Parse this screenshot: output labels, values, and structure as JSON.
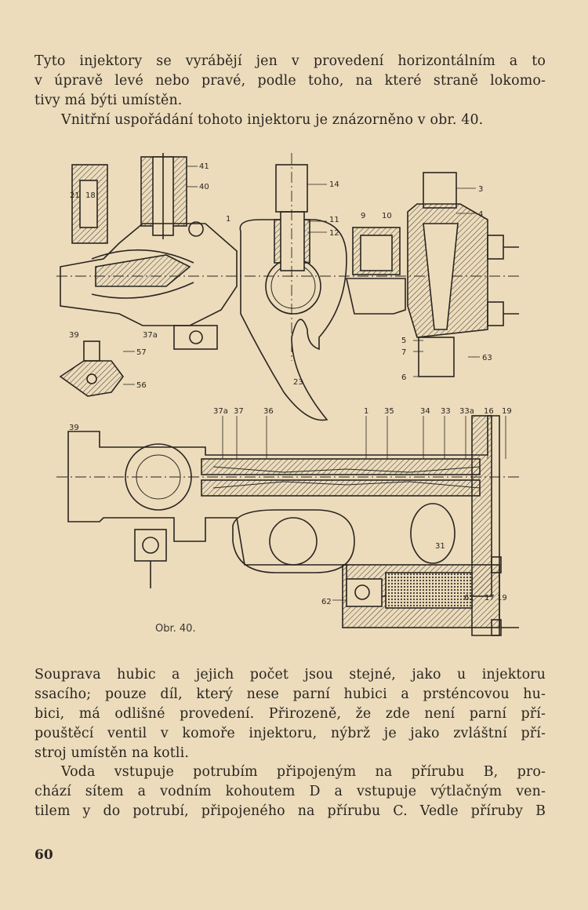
{
  "paragraph_1": {
    "line_1": "Tyto injektory se vyrábějí jen v provedení horizontálním a to",
    "line_2": "v úpravě levé nebo pravé, podle toho, na které straně lokomo-",
    "line_3": "tivy má býti umístěn."
  },
  "paragraph_2": {
    "line_1": "Vnitřní uspořádání tohoto injektoru je znázorněno v obr. 40."
  },
  "figure": {
    "caption": "Obr. 40.",
    "labels": {
      "l41": "41",
      "l40": "40",
      "l21": "21",
      "l18": "18",
      "l1a": "1",
      "l14": "14",
      "l11": "11",
      "l12": "12",
      "l9": "9",
      "l10": "10",
      "l3": "3",
      "l4": "4",
      "l39a": "39",
      "l37a_top": "37a",
      "l57": "57",
      "l56": "56",
      "l5": "5",
      "l7": "7",
      "l6": "6",
      "l63": "63",
      "l23": "23",
      "l39b": "39",
      "l37a_bot": "37a",
      "l37": "37",
      "l36": "36",
      "l1b": "1",
      "l35": "35",
      "l34": "34",
      "l33": "33",
      "l33a": "33a",
      "l16": "16",
      "l19a": "19",
      "l31": "31",
      "l62": "62",
      "l61": "61",
      "l17": "17",
      "l19b": "19"
    }
  },
  "paragraph_3": {
    "line_1": "Souprava hubic a jejich počet jsou stejné, jako u injektoru",
    "line_2": "ssacího; pouze díl, který nese parní hubici a prsténcovou hu-",
    "line_3": "bici, má odlišné provedení. Přirozeně, že zde není parní pří-",
    "line_4": "pouštěcí ventil v komoře injektoru, nýbrž je jako zvláštní pří-",
    "line_5": "stroj umístěn na kotli."
  },
  "paragraph_4": {
    "line_1": "Voda vstupuje potrubím připojeným na přírubu B, pro-",
    "line_2": "chází sítem a vodním kohoutem D a vstupuje výtlačným ven-",
    "line_3": "tilem y do potrubí, připojeného na přírubu C. Vedle příruby B"
  },
  "page_number": "60"
}
